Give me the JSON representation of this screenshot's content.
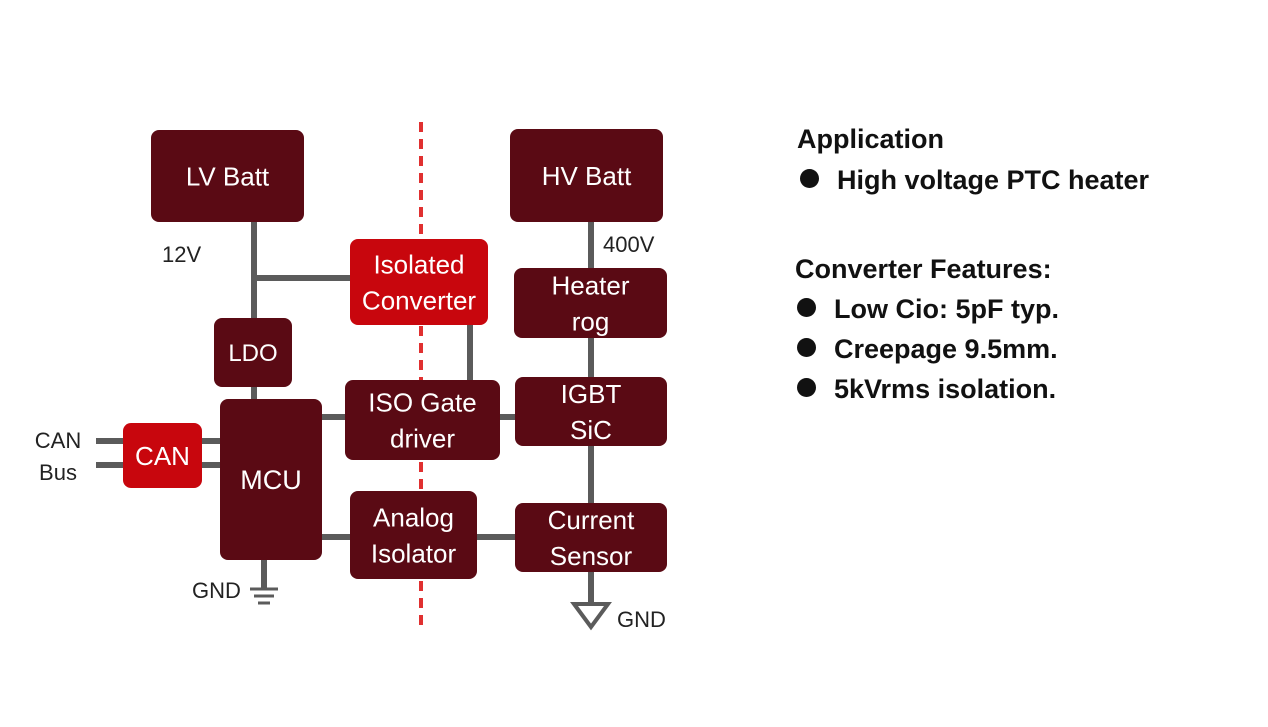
{
  "diagram": {
    "colors": {
      "block_dark": "#5a0a14",
      "block_red": "#c8060d",
      "wire": "#5b5b5b",
      "isolation_line": "#e03030",
      "text": "#222222"
    },
    "blocks": {
      "lv_batt": [
        "LV Batt"
      ],
      "hv_batt": [
        "HV Batt"
      ],
      "isolated_converter": [
        "Isolated",
        "Converter"
      ],
      "heater": [
        "Heater",
        "rog"
      ],
      "ldo": [
        "LDO"
      ],
      "iso_gate_driver": [
        "ISO Gate",
        "driver"
      ],
      "igbt_sic": [
        "IGBT",
        "SiC"
      ],
      "can": [
        "CAN"
      ],
      "mcu": [
        "MCU"
      ],
      "analog_isolator": [
        "Analog",
        "Isolator"
      ],
      "current_sensor": [
        "Current",
        "Sensor"
      ]
    },
    "labels": {
      "v12": "12V",
      "v400": "400V",
      "can_bus_1": "CAN",
      "can_bus_2": "Bus",
      "gnd_left": "GND",
      "gnd_right": "GND"
    }
  },
  "info": {
    "application": {
      "heading": "Application",
      "items": [
        "High voltage PTC heater"
      ]
    },
    "features": {
      "heading": "Converter Features:",
      "items": [
        "Low Cio: 5pF typ.",
        "Creepage 9.5mm.",
        "5kVrms isolation."
      ]
    }
  }
}
